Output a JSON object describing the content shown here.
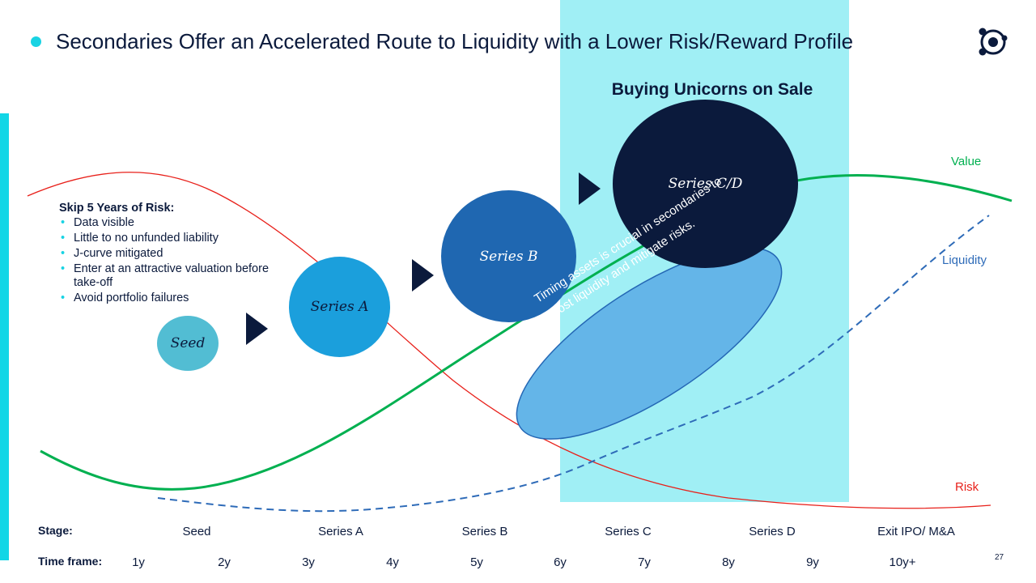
{
  "title": "Secondaries Offer an Accelerated Route to Liquidity with a Lower Risk/Reward Profile",
  "band_title": "Buying Unicorns on Sale",
  "risk_box": {
    "heading": "Skip 5 Years of Risk:",
    "items": [
      "Data visible",
      "Little to no unfunded liability",
      "J-curve mitigated",
      "Enter at an attractive valuation before take-off",
      "Avoid portfolio failures"
    ]
  },
  "circles": {
    "seed": "Seed",
    "series_a": "Series A",
    "series_b": "Series B",
    "series_cd": "Series C/D"
  },
  "ellipse_text": "Timing assets is crucial in secondaries to boost liquidity and mitigate risks.",
  "curve_labels": {
    "value": "Value",
    "liquidity": "Liquidity",
    "risk": "Risk"
  },
  "colors": {
    "value": "#00b050",
    "liquidity": "#2e6bb8",
    "risk": "#e8201a",
    "band": "#a0eff5",
    "accent": "#19d3e3",
    "navy": "#0b1a3c"
  },
  "stage_row": {
    "label": "Stage:",
    "items": [
      "Seed",
      "Series A",
      "Series B",
      "Series C",
      "Series D",
      "Exit IPO/ M&A"
    ]
  },
  "time_row": {
    "label": "Time frame:",
    "items": [
      "1y",
      "2y",
      "3y",
      "4y",
      "5y",
      "6y",
      "7y",
      "8y",
      "9y",
      "10y+"
    ]
  },
  "page_number": "27"
}
